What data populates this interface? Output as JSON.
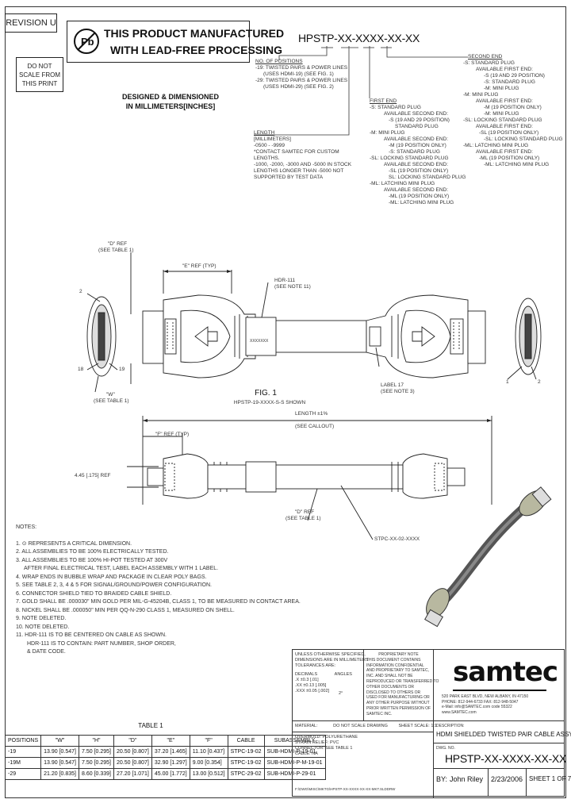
{
  "drawing": {
    "revision": "REVISION U",
    "lead_free_lines": [
      "THIS PRODUCT MANUFACTURED",
      "WITH LEAD-FREE PROCESSING"
    ],
    "pb_icon": "pb-free-icon",
    "do_not_scale": [
      "DO NOT",
      "SCALE FROM",
      "THIS PRINT"
    ],
    "dimension_note": [
      "DESIGNED & DIMENSIONED",
      "IN MILLIMETERS[INCHES]"
    ]
  },
  "part_number": {
    "code": "HPSTP-XX-XXXX-XX-XX",
    "positions_title": "NO. OF POSITIONS",
    "positions_lines": [
      "-19: TWISTED PAIRS & POWER LINES",
      "(USES HDMI-19) (SEE FIG. 1)",
      "-29: TWISTED PAIRS & POWER LINES",
      "(USES HDMI-29) (SEE FIG. 2)"
    ],
    "length_title": "LENGTH",
    "length_lines": [
      "[MILLIMETERS]",
      "",
      "-0500 - -9999",
      "*CONTACT SAMTEC FOR CUSTOM",
      "LENGTHS.",
      "-1000, -2000, -3000 AND -5000 IN STOCK",
      "LENGTHS LONGER THAN -5000 NOT",
      "SUPPORTED BY TEST DATA"
    ],
    "first_end_title": "FIRST END",
    "first_end_lines": [
      "-S: STANDARD PLUG",
      "AVAILABLE SECOND END:",
      "-S (19 AND 29 POSITION)",
      "STANDARD PLUG",
      "-M: MINI PLUG",
      "AVAILABLE SECOND END:",
      "-M (19 POSITION ONLY)",
      "-S: STANDARD PLUG",
      "-SL: LOCKING STANDARD PLUG",
      "AVAILABLE SECOND END:",
      "-SL (19 POSITION ONLY)",
      "SL: LOCKING STANDARD PLUG",
      "-ML: LATCHING MINI PLUG",
      "AVAILABLE SECOND END:",
      "-ML (19 POSITION ONLY)",
      "-ML: LATCHING MINI PLUG"
    ],
    "second_end_title": "SECOND END",
    "second_end_lines": [
      "-S: STANDARD PLUG",
      "AVAILABLE FIRST END:",
      "-S (19 AND 29 POSITION)",
      "-S: STANDARD PLUG",
      "-M: MINI PLUG",
      "-M: MINI PLUG",
      "AVAILABLE FIRST END:",
      "-M (19 POSITION ONLY)",
      "-M: MINI PLUG",
      "-SL: LOCKING STANDARD PLUG",
      "AVAILABLE FIRST END:",
      "-SL (19 POSITION ONLY)",
      "-SL: LOCKING STANDARD PLUG",
      "-ML: LATCHING MINI PLUG",
      "AVAILABLE FIRST END:",
      "-ML (19 POSITION ONLY)",
      "-ML: LATCHING MINI PLUG"
    ]
  },
  "figure": {
    "label_2_left": "2",
    "label_18": "18",
    "label_19": "19",
    "label_1_right": "1",
    "label_2_right": "2",
    "d_ref": [
      "\"D\" REF",
      "(SEE TABLE 1)"
    ],
    "e_ref": "\"E\" REF (TYP)",
    "hdr_note": [
      "HDR-111",
      "(SEE NOTE 11)"
    ],
    "xxx_marks": "XXXXXXX",
    "label_note": [
      "LABEL 17",
      "(SEE NOTE 3)"
    ],
    "w_ref": [
      "\"W\"",
      "(SEE TABLE 1)"
    ],
    "fig_title": "FIG. 1",
    "fig_sub": "HPSTP-19-XXXX-S-S SHOWN",
    "length_dim": "LENGTH ±1%",
    "length_note": "(SEE CALLOUT)",
    "f_ref": "\"F\" REF (TYP)",
    "h_ref": "4.45 [.175] REF",
    "d_ref_bottom": [
      "\"D\" REF",
      "(SEE TABLE 1)"
    ],
    "cable_callout": "STPC-XX-02-XXXX"
  },
  "notes": {
    "title": "NOTES:",
    "items": [
      "1. ⊙ REPRESENTS A CRITICAL DIMENSION.",
      "2. ALL ASSEMBLIES TO BE 100% ELECTRICALLY TESTED.",
      "3. ALL ASSEMBLIES TO BE 100% HI-POT TESTED AT 300V",
      "    AFTER FINAL ELECTRICAL TEST, LABEL EACH ASSEMBLY WITH 1 LABEL.",
      "4. WRAP ENDS IN BUBBLE WRAP AND PACKAGE IN CLEAR POLY BAGS.",
      "5. SEE TABLE 2, 3, 4 & 5 FOR SIGNAL/GROUND/POWER CONFIGURATION.",
      "6. CONNECTOR SHIELD TIED TO BRAIDED CABLE SHIELD.",
      "7. GOLD SHALL BE .000030\" MIN GOLD PER MIL-G-45204B, CLASS 1, TO BE MEASURED IN CONTACT AREA.",
      "8. NICKEL SHALL BE .000050\" MIN PER QQ-N-290 CLASS 1, MEASURED ON SHELL.",
      "9. NOTE DELETED.",
      "10. NOTE DELETED.",
      "11. HDR-111 IS TO BE CENTERED ON CABLE AS SHOWN.",
      "      HDR-111 IS TO CONTAIN: PART NUMBER, SHOP ORDER,",
      "      & DATE CODE."
    ]
  },
  "table1": {
    "title": "TABLE 1",
    "headers": [
      "POSITIONS",
      "\"W\"",
      "\"H\"",
      "\"D\"",
      "\"E\"",
      "\"F\"",
      "CABLE",
      "SUBASSEMBLY"
    ],
    "rows": [
      [
        "-19",
        "13.90 [0.547]",
        "7.50 [0.295]",
        "20.50 [0.807]",
        "37.20 [1.465]",
        "11.10 [0.437]",
        "STPC-19-02",
        "SUB-HDMI-P-19-01"
      ],
      [
        "-19M",
        "13.90 [0.547]",
        "7.50 [0.295]",
        "20.50 [0.807]",
        "32.90 [1.297]",
        "9.00 [0.354]",
        "STPC-19-02",
        "SUB-HDMI-P-M-19-01"
      ],
      [
        "-29",
        "21.20 [0.835]",
        "8.60 [0.339]",
        "27.20 [1.071]",
        "45.00 [1.772]",
        "13.00 [0.512]",
        "STPC-29-02",
        "SUB-HDMI-P-29-01"
      ]
    ]
  },
  "title_block": {
    "tolerances_head": [
      "UNLESS OTHERWISE SPECIFIED,",
      "DIMENSIONS ARE IN MILLIMETERS",
      "",
      "TOLERANCES ARE:"
    ],
    "decimals_label": "DECIMALS",
    "angles_label": "ANGLES",
    "tol_rows": [
      ".X ±0.3 [.01]",
      ".XX ±0.13 [.005]",
      ".XXX ±0.05 [.002]"
    ],
    "angle_value": "2°",
    "proprietary_title": "PROPRIETARY NOTE",
    "proprietary_lines": [
      "THIS DOCUMENT CONTAINS",
      "INFORMATION CONFIDENTIAL",
      "AND PROPRIETARY TO SAMTEC,",
      "INC. AND SHALL NOT BE",
      "REPRODUCED OR TRANSFERRED TO",
      "OTHER DOCUMENTS OR",
      "DISCLOSED TO OTHERS OR",
      "USED FOR MANUFACTURING OR",
      "ANY OTHER PURPOSE WITHOUT",
      "PRIOR WRITTEN PERMISSION OF",
      "SAMTEC INC."
    ],
    "company": "samtec",
    "company_lines": [
      "520 PARK EAST BLVD, NEW ALBANY, IN 47150",
      "PHONE: 812-944-6733  FAX: 812-948-5047",
      "e-Mail: info@SAMTEC.com  code 55322",
      "www.SAMTEC.com"
    ],
    "material_label": "MATERIAL:",
    "material_value": "DO NOT SCALE DRAWING",
    "sheet_scale": "SHEET SCALE: 1:1",
    "material_lines": [
      "OVERMOLD: POLYURETHANE",
      "STRAIN RELIEF: PVC",
      "CONNECTOR: SEE TABLE 1",
      "CABLE: NA"
    ],
    "file_path": "F:\\DWG\\MISC\\MKTG\\HPSTP-XX-XXXX-XX-XX-MKT.SLDDRW",
    "description_label": "DESCRIPTION:",
    "description": "HDMI SHIELDED TWISTED PAIR CABLE ASSY",
    "dwg_label": "DWG. NO.",
    "dwg_no": "HPSTP-XX-XXXX-XX-XX",
    "by_label": "BY:",
    "by": "John Riley",
    "date": "2/23/2006",
    "sheet": "SHEET 1 OF 7"
  }
}
